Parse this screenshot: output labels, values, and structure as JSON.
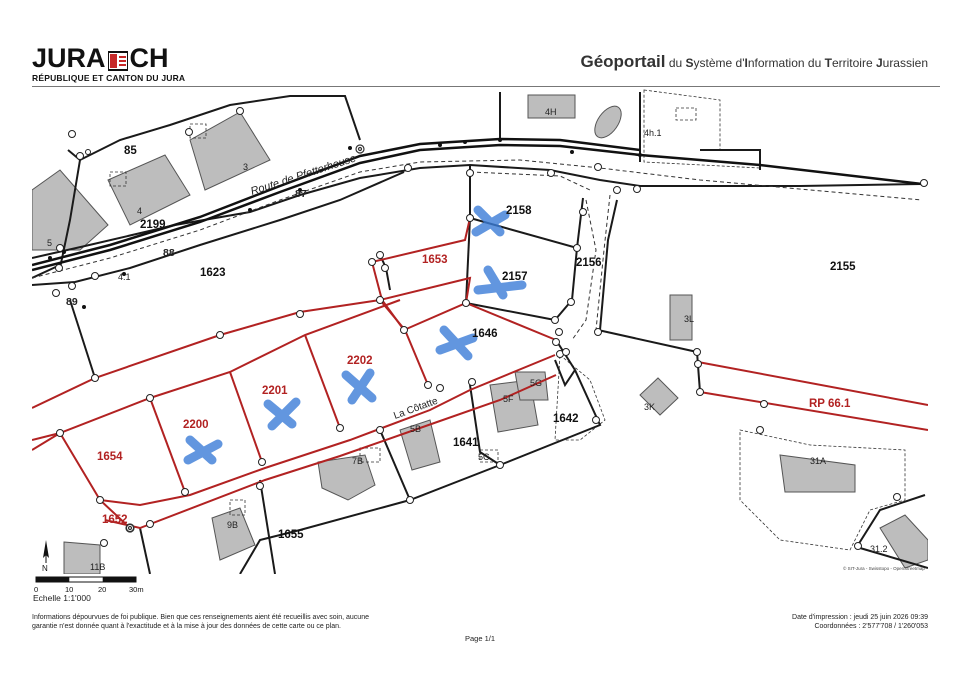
{
  "header": {
    "logo_left": "JURA",
    "logo_right": "CH",
    "logo_sub": "RÉPUBLIQUE ET CANTON DU JURA",
    "title_big": "Géoportail",
    "title_rest": [
      {
        "t": "du ",
        "b": false
      },
      {
        "t": "S",
        "b": true
      },
      {
        "t": "ystème d'",
        "b": false
      },
      {
        "t": "I",
        "b": true
      },
      {
        "t": "nformation du ",
        "b": false
      },
      {
        "t": "T",
        "b": true
      },
      {
        "t": "erritoire ",
        "b": false
      },
      {
        "t": "J",
        "b": true
      },
      {
        "t": "urassien",
        "b": false
      }
    ]
  },
  "colors": {
    "parcel_red": "#b22222",
    "road_black": "#111111",
    "building_gray": "#bbbbbb",
    "marker_blue": "#3b7dd8"
  },
  "map": {
    "road_labels": {
      "route": "Route de Pfetterhouse",
      "cotatte": "La Côtatte"
    },
    "red_parcels": [
      "1653",
      "2202",
      "2201",
      "2200",
      "1654",
      "1652"
    ],
    "black_parcels": [
      "85",
      "2199",
      "1623",
      "2158",
      "2157",
      "2156",
      "2155",
      "1646",
      "1641",
      "1642",
      "1655"
    ],
    "route_label": "RP 66.1",
    "buildings": [
      "3",
      "4",
      "5",
      "88",
      "87",
      "4.1",
      "89",
      "4H",
      "4h.1",
      "3L",
      "3K",
      "5G",
      "5F",
      "5B",
      "5C",
      "7B",
      "9B",
      "11B",
      "31A",
      "31.2"
    ],
    "north": "N",
    "copyright": "© SIT-Jura - Swisstopo - OpenStreetmap"
  },
  "scale": {
    "ticks": [
      "0",
      "10",
      "20",
      "30m"
    ],
    "label": "Echelle 1:1'000"
  },
  "footer": {
    "disclaimer_1": "Informations dépourvues de foi publique. Bien que ces renseignements aient été recueillis avec soin, aucune",
    "disclaimer_2": "garantie n'est donnée quant à l'exactitude et à la mise à jour des données de cette carte ou ce plan.",
    "print_date": "Date d'impression : jeudi 25 juin 2026 09:39",
    "coords": "Coordonnées : 2'577'708 / 1'260'053",
    "page": "Page 1/1"
  }
}
